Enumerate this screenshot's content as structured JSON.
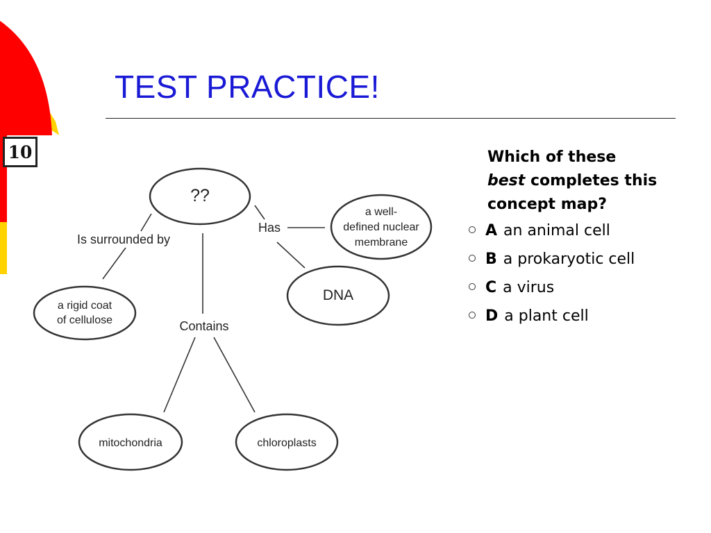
{
  "slide": {
    "title": "TEST PRACTICE!",
    "question_number": "10"
  },
  "diagram": {
    "center": "??",
    "nodes": {
      "cellulose": [
        "a rigid coat",
        "of cellulose"
      ],
      "nuclear_membrane": [
        "a well-",
        "defined nuclear",
        "membrane"
      ],
      "dna": "DNA",
      "mitochondria": "mitochondria",
      "chloroplasts": "chloroplasts"
    },
    "links": {
      "surrounded": "Is surrounded by",
      "has": "Has",
      "contains": "Contains"
    }
  },
  "question": {
    "line1": "Which of these",
    "emphasis": "best",
    "line2_rest": " completes this",
    "line3": "concept map?"
  },
  "options": [
    {
      "letter": "A",
      "text": "an animal cell"
    },
    {
      "letter": "B",
      "text": "a prokaryotic cell"
    },
    {
      "letter": "C",
      "text": "a virus"
    },
    {
      "letter": "D",
      "text": "a plant cell"
    }
  ],
  "colors": {
    "title": "#1a1ad6",
    "decor_red": "#ff0000",
    "decor_yellow": "#ffd200"
  }
}
